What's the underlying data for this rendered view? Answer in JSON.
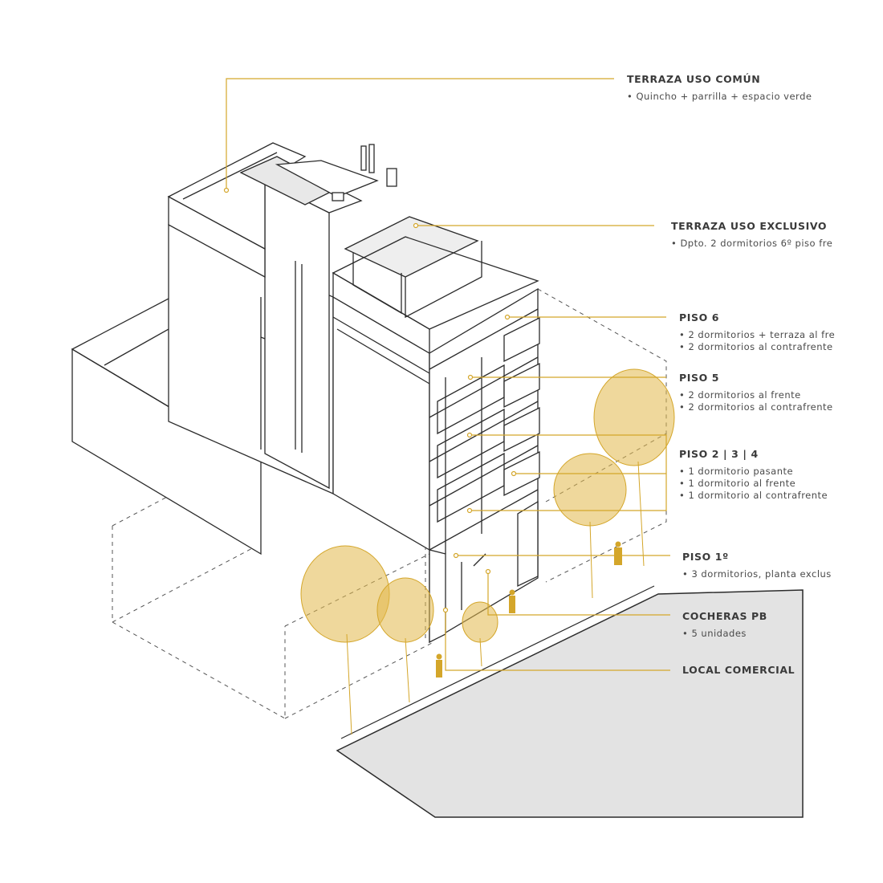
{
  "colors": {
    "accent": "#d4a62a",
    "tree": "#e2b84a",
    "street": "#e3e3e3",
    "line": "#2b2b2b"
  },
  "callouts": [
    {
      "title": "TERRAZA USO COMÚN",
      "details": [
        "• Quincho + parrilla + espacio verde"
      ]
    },
    {
      "title": "TERRAZA USO EXCLUSIVO",
      "details": [
        "• Dpto. 2 dormitorios 6º piso fre"
      ]
    },
    {
      "title": "PISO 6",
      "details": [
        "• 2 dormitorios + terraza al fre",
        "• 2 dormitorios al contrafrente"
      ]
    },
    {
      "title": "PISO 5",
      "details": [
        "• 2 dormitorios al frente",
        "• 2 dormitorios al contrafrente"
      ]
    },
    {
      "title": "PISO 2 | 3 | 4",
      "details": [
        "• 1 dormitorio pasante",
        "• 1 dormitorio al frente",
        "• 1 dormitorio al contrafrente"
      ]
    },
    {
      "title": "PISO 1º",
      "details": [
        "• 3 dormitorios, planta exclus"
      ]
    },
    {
      "title": "COCHERAS PB",
      "details": [
        "• 5 unidades"
      ]
    },
    {
      "title": "LOCAL COMERCIAL",
      "details": []
    }
  ]
}
